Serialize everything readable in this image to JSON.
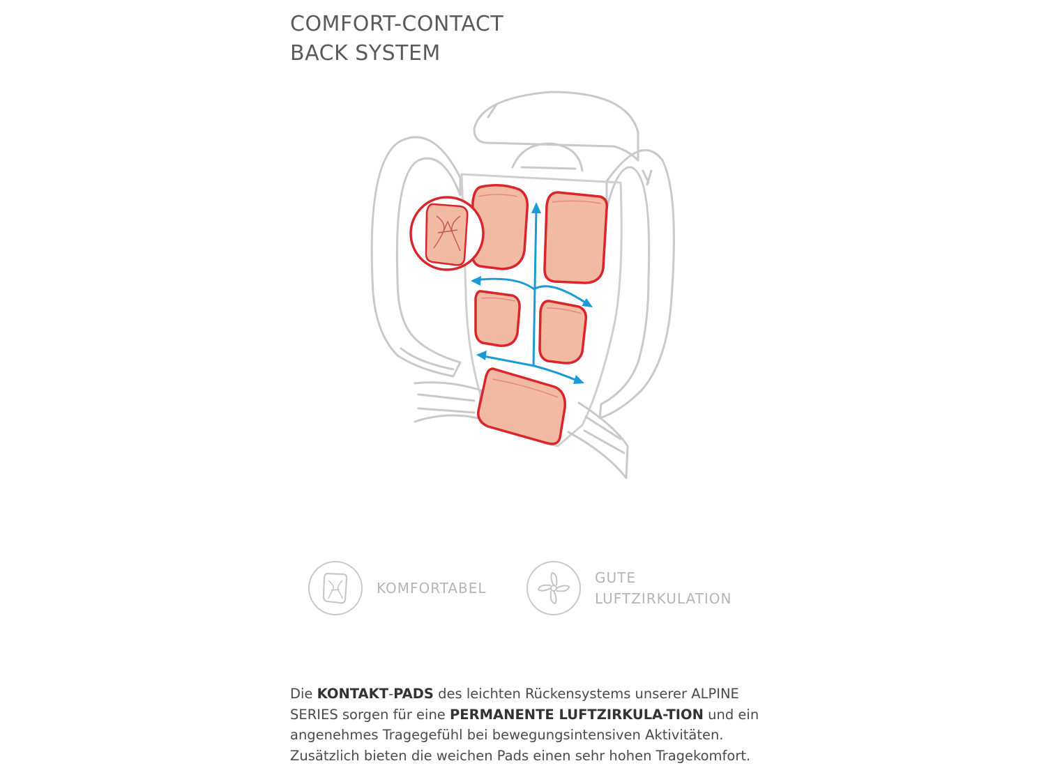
{
  "title": {
    "line1": "COMFORT-CONTACT",
    "line2": "BACK SYSTEM"
  },
  "features": [
    {
      "label_line1": "KOMFORTABEL",
      "label_line2": "",
      "icon": "pad-icon"
    },
    {
      "label_line1": "GUTE",
      "label_line2": "LUFTZIRKULATION",
      "icon": "fan-icon"
    }
  ],
  "description": {
    "p1": "Die ",
    "b1": "KONTAKT",
    "p2": "-",
    "b2": "PADS",
    "p3": " des leichten Rückensystems unserer ALPINE SERIES sorgen für eine ",
    "b3": "PERMANENTE LUFTZIRKULA-TION",
    "p4": " und ein angenehmes Tragegefühl bei bewegungsintensiven Aktivitäten. Zusätzlich bieten die weichen Pads einen sehr hohen Tragekomfort."
  },
  "colors": {
    "pad_fill": "#f2b9a3",
    "pad_stroke": "#d9252b",
    "arrow": "#1a9ad6",
    "outline": "#c9c9c9"
  }
}
